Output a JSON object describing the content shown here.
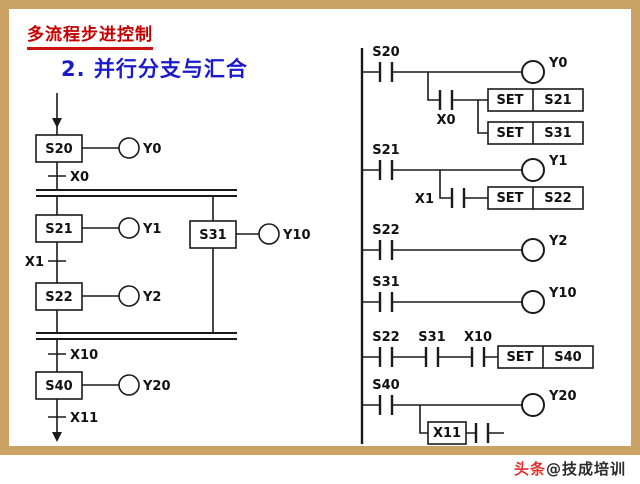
{
  "header": {
    "title": "多流程步进控制",
    "subtitle": "2. 并行分支与汇合"
  },
  "colors": {
    "title_red": "#C40000",
    "subtitle_blue": "#1A1ACC",
    "border_tan": "#C9A264",
    "watermark_red": "#E03030"
  },
  "sfc": {
    "states": {
      "s20": "S20",
      "s21": "S21",
      "s22": "S22",
      "s31": "S31",
      "s40": "S40"
    },
    "outputs": {
      "y0": "Y0",
      "y1": "Y1",
      "y2": "Y2",
      "y10": "Y10",
      "y20": "Y20"
    },
    "transitions": {
      "x0": "X0",
      "x1": "X1",
      "x10": "X10",
      "x11": "X11"
    }
  },
  "ladder": {
    "set_label": "SET",
    "rung1": {
      "contact": "S20",
      "coil": "Y0",
      "branch_contact": "X0",
      "set1_target": "S21",
      "set2_target": "S31"
    },
    "rung2": {
      "contact": "S21",
      "coil": "Y1",
      "branch_contact": "X1",
      "set_target": "S22"
    },
    "rung3": {
      "contact": "S22",
      "coil": "Y2"
    },
    "rung4": {
      "contact": "S31",
      "coil": "Y10"
    },
    "rung5": {
      "contact1": "S22",
      "contact2": "S31",
      "contact3": "X10",
      "set_target": "S40"
    },
    "rung6": {
      "contact": "S40",
      "coil": "Y20",
      "branch_contact": "X11"
    }
  },
  "watermark": {
    "prefix": "头条",
    "handle": "@技成培训"
  }
}
